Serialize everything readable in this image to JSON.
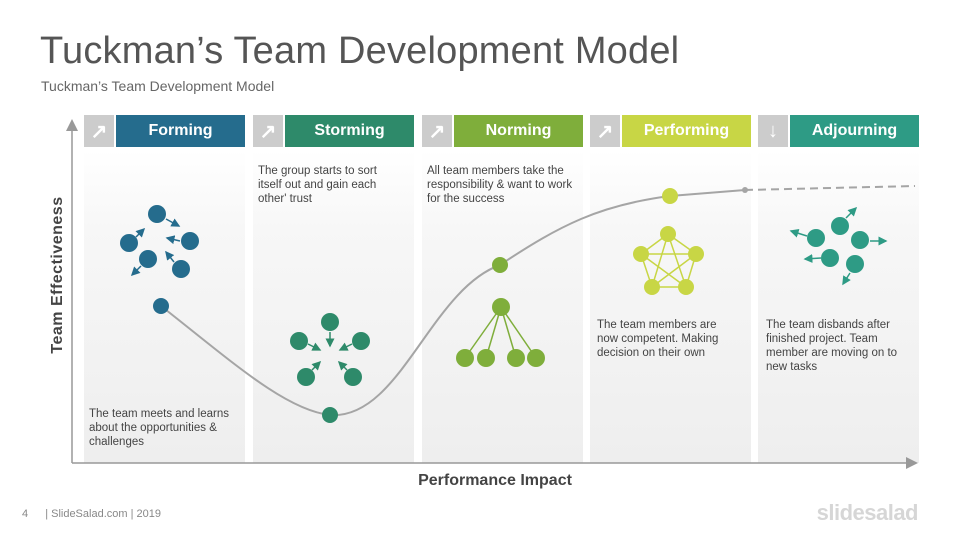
{
  "title": "Tuckman’s Team Development Model",
  "subtitle": "Tuckman’s Team Development Model",
  "axes": {
    "y_label": "Team Effectiveness",
    "x_label": "Performance Impact"
  },
  "stages": [
    {
      "label": "Forming",
      "icon": "arrow-up-right-icon",
      "glyph": "↗",
      "color": "#256c8d",
      "description": "The team meets and learns about the opportunities & challenges"
    },
    {
      "label": "Storming",
      "icon": "arrow-up-right-icon",
      "glyph": "↗",
      "color": "#2e8a6a",
      "description": "The group starts to sort itself out and gain each other' trust"
    },
    {
      "label": "Norming",
      "icon": "arrow-up-right-icon",
      "glyph": "↗",
      "color": "#7fae3b",
      "description": "All team members take the responsibility & want to work for the success"
    },
    {
      "label": "Performing",
      "icon": "arrow-up-right-icon",
      "glyph": "↗",
      "color": "#c8d645",
      "description": "The team members are now competent. Making decision on their own"
    },
    {
      "label": "Adjourning",
      "icon": "arrow-down-icon",
      "glyph": "↓",
      "color": "#2e9b85",
      "description": "The team disbands after finished project. Team member are moving on to new tasks"
    }
  ],
  "footer": {
    "page_number": "4",
    "text": "| SlideSalad.com | 2019"
  },
  "brand": "slidesalad"
}
